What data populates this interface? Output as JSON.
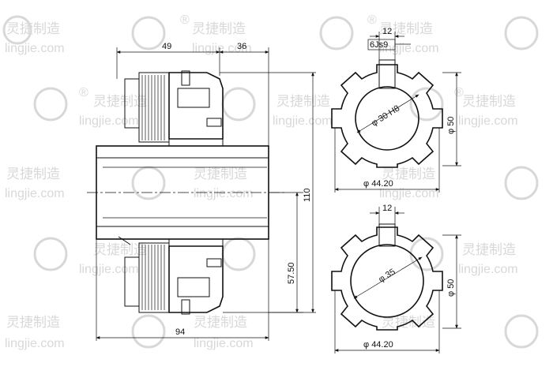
{
  "watermark": {
    "brand": "灵捷制造",
    "url": "lingjie.com",
    "registered": "®",
    "color": "#d8d8d8"
  },
  "dimensions": {
    "side_view": {
      "width_upper_left": "49",
      "width_upper_right": "36",
      "total_length": "94",
      "height_inner": "57.50",
      "height_total": "110"
    },
    "end_view_top": {
      "key_width": "12",
      "keyway_tolerance": "6Js9",
      "bore": "φ 30 H8",
      "outer_dia": "φ 50",
      "spline_dia": "φ 44.20"
    },
    "end_view_bottom": {
      "key_width": "12",
      "bore": "φ 35",
      "outer_dia": "φ 50",
      "spline_dia": "φ 44.20"
    }
  },
  "colors": {
    "line": "#111111",
    "background": "#ffffff"
  }
}
